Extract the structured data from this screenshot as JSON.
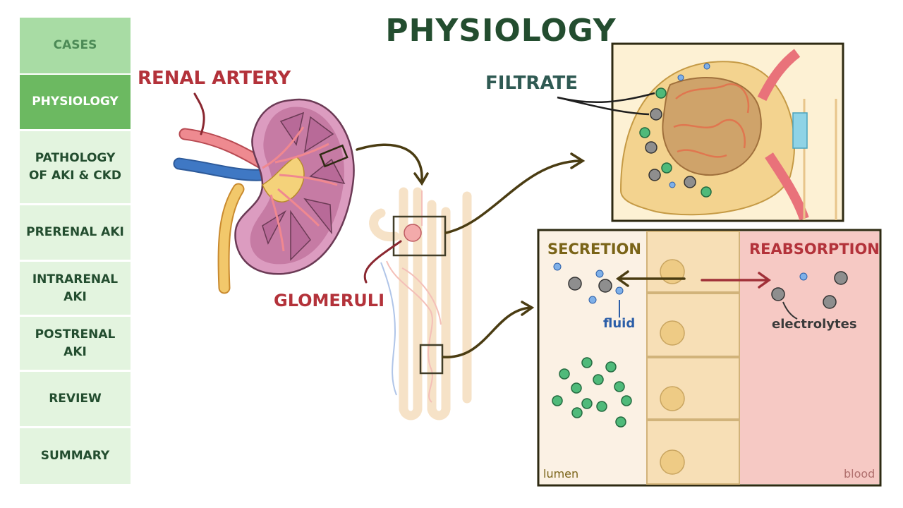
{
  "title": "PHYSIOLOGY",
  "nav": {
    "items": [
      {
        "label": "CASES"
      },
      {
        "label": "PHYSIOLOGY"
      },
      {
        "label": "PATHOLOGY of AKI & CKD"
      },
      {
        "label": "PRERENAL AKI"
      },
      {
        "label": "INTRARENAL AKI"
      },
      {
        "label": "POSTRENAL AKI"
      },
      {
        "label": "REVIEW"
      },
      {
        "label": "SUMMARY"
      }
    ],
    "active_index": 1
  },
  "labels": {
    "renal_artery": "RENAL ARTERY",
    "glomeruli": "GLOMERULI",
    "filtrate": "FILTRATE",
    "secretion": "SECRETION",
    "reabsorption": "REABSORPTION",
    "fluid": "fluid",
    "electrolytes": "electrolytes",
    "lumen": "lumen",
    "blood": "blood"
  },
  "colors": {
    "nav_bg": "#e3f4df",
    "nav_cases": "#a8dca4",
    "nav_active": "#6cb961",
    "title": "#234d2f",
    "artery": "#e9727a",
    "vein": "#3f78c4",
    "ureter": "#f2c86b",
    "kidney": "#d894b8",
    "frame": "#2e2a12",
    "blood_bg": "#f6c9c4",
    "lumen_bg": "#fbf1e4"
  }
}
